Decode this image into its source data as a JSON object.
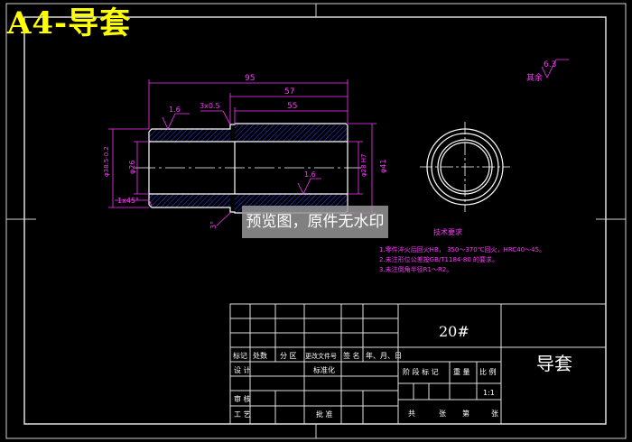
{
  "overlay_title": "A4-导套",
  "watermark": "预览图，原件无水印",
  "dimensions": {
    "total_length": "95",
    "length_57": "57",
    "length_55": "55",
    "groove": "3x0.5",
    "outer_dia_left": "φ38.5-0.2",
    "bore_left": "φ26",
    "bore_right": "φ28 H7",
    "outer_right": "φ41",
    "chamfer": "1x45°",
    "angle": "3°",
    "rough_left": "1.6",
    "rough_mid": "1.6",
    "rough_other": "其余",
    "rough_value": "6.3"
  },
  "tech_req": {
    "title": "技术要求",
    "line1": "1.零件淬火后回火HB， 350～370℃回火，HRC40～45。",
    "line2": "2.未注形位公差按GB/T1184-80 的要求。",
    "line3": "3.未注倒角半径R1～R2。"
  },
  "title_block": {
    "material": "20#",
    "part_name": "导套",
    "rev_headers": [
      "标记",
      "处数",
      "分 区",
      "更改文件号",
      "签 名",
      "年、月、日"
    ],
    "design": "设 计",
    "standardize": "标准化",
    "review": "审 核",
    "process": "工 艺",
    "approve": "批 准",
    "stage_headers": [
      "阶 段 标 记",
      "重 量",
      "比 例"
    ],
    "scale": "1:1",
    "sheets": [
      "共",
      "张",
      "第",
      "张"
    ]
  }
}
